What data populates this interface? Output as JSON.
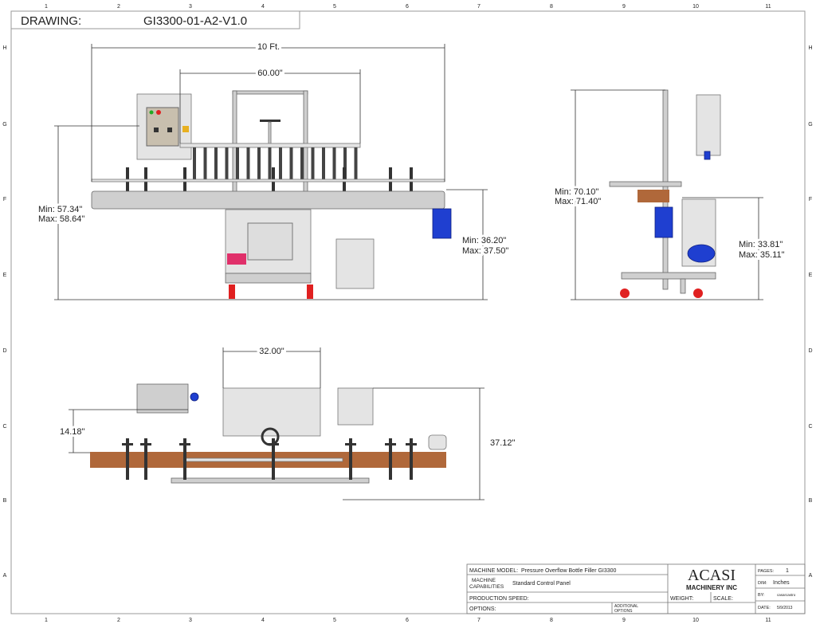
{
  "drawing": {
    "label": "DRAWING:",
    "number": "GI3300-01-A2-V1.0"
  },
  "grid": {
    "columns": [
      "1",
      "2",
      "3",
      "4",
      "5",
      "6",
      "7",
      "8",
      "9",
      "10",
      "11"
    ],
    "rows": [
      "H",
      "G",
      "F",
      "E",
      "D",
      "C",
      "B",
      "A"
    ]
  },
  "dimensions": {
    "overall_length": "10 Ft.",
    "filler_width": "60.00\"",
    "front_height_min": "Min: 57.34\"",
    "front_height_max": "Max: 58.64\"",
    "conveyor_height_min": "Min: 36.20\"",
    "conveyor_height_max": "Max: 37.50\"",
    "side_height_min": "Min: 70.10\"",
    "side_height_max": "Max: 71.40\"",
    "side_conveyor_min": "Min: 33.81\"",
    "side_conveyor_max": "Max: 35.11\"",
    "top_frame_width": "32.00\"",
    "top_offset": "14.18\"",
    "top_depth": "37.12\""
  },
  "title_block": {
    "machine_model_label": "MACHINE MODEL:",
    "machine_model": "Pressure Overflow Bottle Filler GI3300",
    "capabilities_label_1": "MACHINE",
    "capabilities_label_2": "CAPABILITIES",
    "capabilities": "Standard Control Panel",
    "production_speed_label": "PRODUCTION SPEED:",
    "weight_label": "WEIGHT:",
    "scale_label": "SCALE:",
    "options_label": "OPTIONS:",
    "additional_options_1": "ADDITIONAL",
    "additional_options_2": "OPTIONS",
    "company_name": "ACASI",
    "company_sub": "MACHINERY INC",
    "pages_label": "PAGES:",
    "pages": "1",
    "dim_label": "DIM:",
    "dim": "Inches",
    "by_label": "BY:",
    "by": "casarcastro",
    "date_label": "DATE:",
    "date": "5/9/2013"
  },
  "colors": {
    "frame": "#999999",
    "steel": "#cfcfcf",
    "motor_blue": "#1f3fd0",
    "caster_red": "#e02020",
    "conveyor_brown": "#b0683a"
  }
}
